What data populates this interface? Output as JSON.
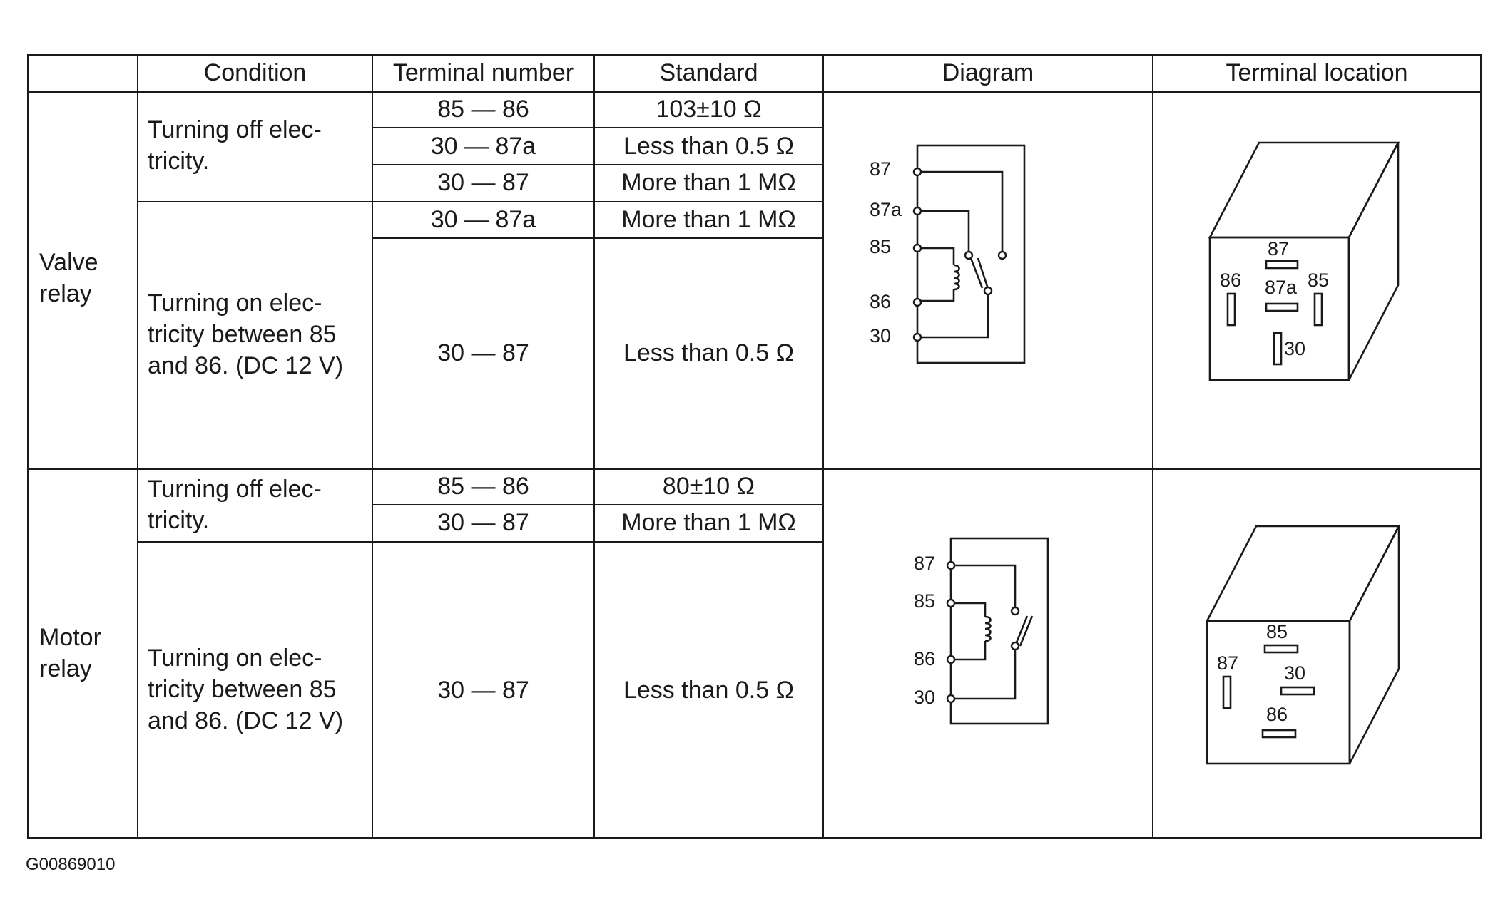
{
  "table": {
    "headers": [
      "",
      "Condition",
      "Terminal number",
      "Standard",
      "Diagram",
      "Terminal location"
    ],
    "relays": [
      {
        "name": "Valve\nrelay",
        "groups": [
          {
            "condition": "Turning off elec-\ntricity.",
            "rows": [
              {
                "terminal": "85 — 86",
                "standard": "103±10 Ω"
              },
              {
                "terminal": "30 — 87a",
                "standard": "Less than 0.5 Ω"
              },
              {
                "terminal": "30 — 87",
                "standard": "More than 1 MΩ"
              }
            ]
          },
          {
            "condition": "Turning on elec-\ntricity between 85\nand 86. (DC 12 V)",
            "rows": [
              {
                "terminal": "30 — 87a",
                "standard": "More than 1 MΩ"
              },
              {
                "terminal": "30 — 87",
                "standard": "Less than 0.5 Ω"
              }
            ]
          }
        ],
        "diagram_labels": [
          "87",
          "87a",
          "85",
          "86",
          "30"
        ],
        "location_labels": [
          "87",
          "86",
          "87a",
          "85",
          "30"
        ]
      },
      {
        "name": "Motor\nrelay",
        "groups": [
          {
            "condition": "Turning off elec-\ntricity.",
            "rows": [
              {
                "terminal": "85 — 86",
                "standard": "80±10 Ω"
              },
              {
                "terminal": "30 — 87",
                "standard": "More than 1 MΩ"
              }
            ]
          },
          {
            "condition": "Turning on elec-\ntricity between 85\nand 86. (DC 12 V)",
            "rows": [
              {
                "terminal": "30 — 87",
                "standard": "Less than 0.5 Ω"
              }
            ]
          }
        ],
        "diagram_labels": [
          "87",
          "85",
          "86",
          "30"
        ],
        "location_labels": [
          "85",
          "87",
          "30",
          "86"
        ]
      }
    ]
  },
  "figure_code": "G00869010"
}
